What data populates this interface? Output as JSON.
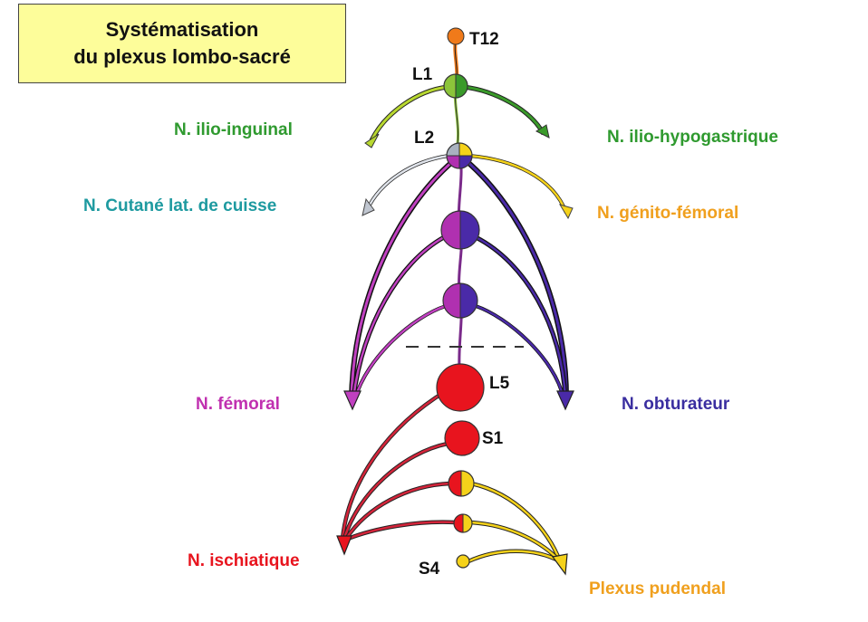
{
  "title": {
    "line1": "Systématisation",
    "line2": "du plexus lombo-sacré"
  },
  "colors": {
    "title_bg": "#fdfd9a",
    "orange": "#f07a1a",
    "green": "#3a9a2a",
    "light_green": "#8cc43a",
    "gray": "#a9b2c0",
    "yellow": "#f5d21a",
    "magenta": "#b030b0",
    "indigo": "#4a2aa8",
    "red": "#e8141e",
    "dark_red": "#c01a2a",
    "black": "#111111"
  },
  "roots": {
    "t12": "T12",
    "l1": "L1",
    "l2": "L2",
    "l5": "L5",
    "s1": "S1",
    "s4": "S4"
  },
  "nerves": {
    "ilio_inguinal": {
      "label": "N. ilio-inguinal",
      "color": "#2f9a2f"
    },
    "ilio_hypogastrique": {
      "label": "N. ilio-hypogastrique",
      "color": "#2f9a2f"
    },
    "cutane_lat": {
      "label": "N. Cutané lat. de cuisse",
      "color": "#1e9aa0"
    },
    "genito_femoral": {
      "label": "N. génito-fémoral",
      "color": "#f0a01e"
    },
    "femoral": {
      "label": "N. fémoral",
      "color": "#c030b0"
    },
    "obturateur": {
      "label": "N. obturateur",
      "color": "#3a2ea0"
    },
    "ischiatique": {
      "label": "N. ischiatique",
      "color": "#e8141e"
    },
    "pudendal": {
      "label": "Plexus pudendal",
      "color": "#f0a01e"
    }
  }
}
